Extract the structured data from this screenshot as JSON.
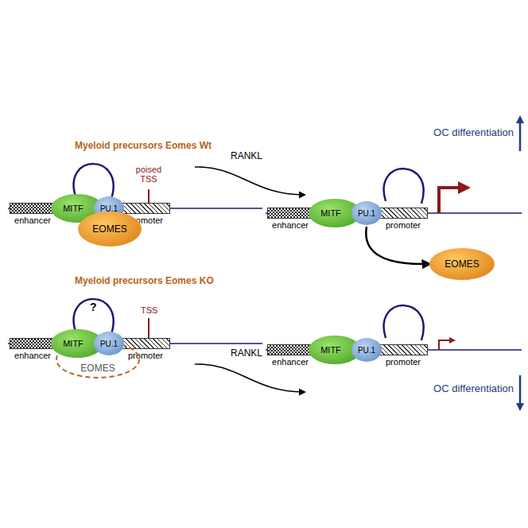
{
  "diagram": {
    "nodes": [
      {
        "text": [
          "enhancer"
        ]
      },
      {
        "text": [
          "MITF"
        ]
      },
      {
        "text": [
          "PU.1"
        ]
      },
      {
        "text": [
          "promoter"
        ]
      },
      {
        "text": [
          "EOMES"
        ]
      },
      {
        "text": [
          "enhancer"
        ]
      },
      {
        "text": [
          "MITF"
        ]
      },
      {
        "text": [
          "PU.1"
        ]
      },
      {
        "text": [
          "promoter"
        ]
      },
      {
        "text": [
          "EOMES"
        ]
      },
      {
        "text": [
          "enhancer"
        ]
      },
      {
        "text": [
          "MITF"
        ]
      },
      {
        "text": [
          "PU.1"
        ]
      },
      {
        "text": [
          "promoter"
        ]
      },
      {
        "text": [
          "EOMES"
        ]
      },
      {
        "text": [
          "enhancer"
        ]
      },
      {
        "text": [
          "MITF"
        ]
      },
      {
        "text": [
          "PU.1"
        ]
      },
      {
        "text": [
          "promoter"
        ]
      }
    ],
    "edges": [
      {
        "from": 7,
        "to": 9,
        "arrow": "to"
      }
    ],
    "labels": [
      "Myeloid precursors Eomes Wt",
      "poised TSS",
      "RANKL",
      "OC differentiation",
      "Myeloid precursors Eomes KO",
      "?",
      "TSS",
      "RANKL",
      "OC differentiation"
    ]
  }
}
